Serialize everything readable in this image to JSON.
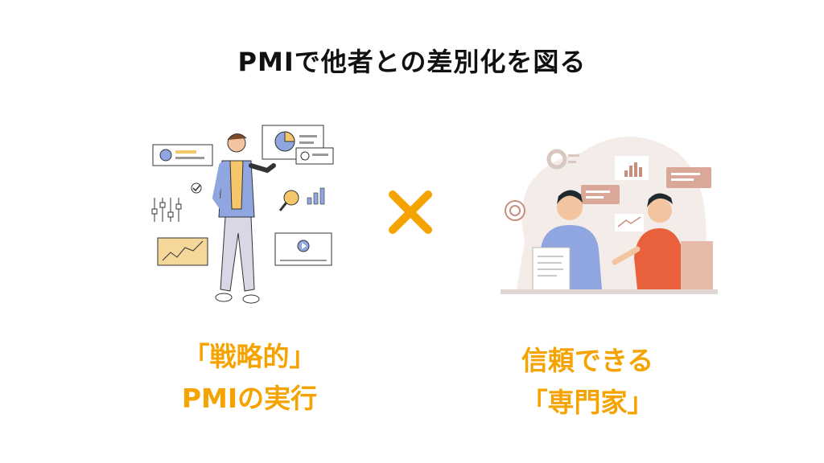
{
  "slide": {
    "title": "PMIで他者との差別化を図る",
    "left_caption": {
      "line1": "「戦略的」",
      "line2": "PMIの実行"
    },
    "right_caption": {
      "line1": "信頼できる",
      "line2": "「専門家」"
    },
    "connector": {
      "icon": "multiply-icon",
      "color": "#f5a300"
    }
  },
  "colors": {
    "accent": "#f5a300",
    "title": "#111111",
    "illustration_blue": "#8fa6e0",
    "illustration_orange": "#e8603c"
  }
}
